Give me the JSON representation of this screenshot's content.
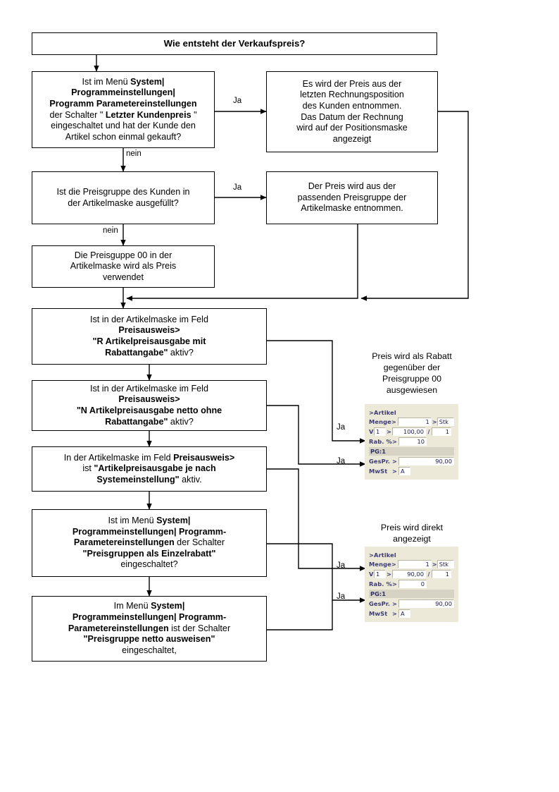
{
  "title": {
    "text": "Wie entsteht der Verkaufspreis?"
  },
  "nodes": {
    "q1": {
      "l1": "Ist im Menü ",
      "l1b": "System|",
      "l2b": "Programmeinstellungen|",
      "l3b": "Programm Parametereinstellungen",
      "l4a": "der Schalter \" ",
      "l4b": "Letzter Kundenpreis",
      "l4c": " \"",
      "l5": "eingeschaltet und hat der Kunde den",
      "l6": "Artikel schon einmal gekauft?"
    },
    "a1": {
      "l1": "Es wird der Preis aus der",
      "l2": "letzten Rechnungsposition",
      "l3": "des Kunden entnommen.",
      "l4": "Das Datum der Rechnung",
      "l5": "wird auf der Positionsmaske",
      "l6": "angezeigt"
    },
    "q2": {
      "l1": "Ist die Preisgruppe des Kunden in",
      "l2": "der Artikelmaske ausgefüllt?"
    },
    "a2": {
      "l1": "Der Preis wird aus der",
      "l2": "passenden Preisgruppe der",
      "l3": "Artikelmaske entnommen."
    },
    "n3": {
      "l1": "Die Preisguppe 00 in der",
      "l2": "Artikelmaske wird als Preis",
      "l3": "verwendet"
    },
    "q4": {
      "l1": "Ist in der Artikelmaske im Feld",
      "l2b": "Preisausweis>",
      "l3b": "\"R Artikelpreisausgabe mit",
      "l4b": "Rabattangabe\"",
      "l4c": " aktiv?"
    },
    "q5": {
      "l1": "Ist in der Artikelmaske im Feld",
      "l2b": "Preisausweis>",
      "l3b": "\"N Artikelpreisausgabe netto ohne",
      "l4b": "Rabattangabe\"",
      "l4c": " aktiv?"
    },
    "q6": {
      "l1a": "In der Artikelmaske im Feld ",
      "l1b": "Preisausweis>",
      "l2a": "ist ",
      "l2b": "\"Artikelpreisausgabe je nach",
      "l3b": "Systemeinstellung\"",
      "l3c": " aktiv."
    },
    "q7": {
      "l1a": "Ist im Menü ",
      "l1b": "System|",
      "l2b": "Programmeinstellungen| Programm-",
      "l3b": "Parametereinstellungen",
      "l3c": " der Schalter",
      "l4b": "\"Preisgruppen als Einzelrabatt\"",
      "l5": "eingeschaltet?"
    },
    "q8": {
      "l1a": "Im Menü ",
      "l1b": "System|",
      "l2b": "Programmeinstellungen| Programm-",
      "l3b": "Parametereinstellungen",
      "l3c": " ist der Schalter",
      "l4b": "\"Preisgruppe netto ausweisen\"",
      "l5": "eingeschaltet,"
    }
  },
  "edge_labels": {
    "nein1": "nein",
    "nein2": "nein",
    "ja1": "Ja",
    "ja2": "Ja",
    "ja3": "Ja",
    "ja4": "Ja",
    "ja5": "Ja",
    "ja6": "Ja"
  },
  "captions": {
    "rabatt": {
      "l1": "Preis wird als Rabatt",
      "l2": "gegenüber der",
      "l3": "Preisgruppe 00",
      "l4": "ausgewiesen"
    },
    "direkt": {
      "l1": "Preis wird direkt",
      "l2": "angezeigt"
    }
  },
  "masks": {
    "rabatt": {
      "header": ">Artikel",
      "menge_label": "Menge",
      "menge_gt": ">",
      "menge_value": "1",
      "einheit_gt": ">",
      "einheit_value": "Stk",
      "v_label": "V",
      "v_value": "1",
      "v_gt": ">",
      "preis_value": "100,00",
      "slash": "/",
      "faktor_value": "1",
      "rab_label": "Rab. %",
      "rab_gt": ">",
      "rab_value": "10",
      "pg": "PG:1",
      "gespr_label": "GesPr.",
      "gespr_gt": ">",
      "gespr_value": "90,00",
      "mwst_label": "MwSt",
      "mwst_gt": ">",
      "mwst_value": "A"
    },
    "direkt": {
      "header": ">Artikel",
      "menge_label": "Menge",
      "menge_gt": ">",
      "menge_value": "1",
      "einheit_gt": ">",
      "einheit_value": "Stk",
      "v_label": "V",
      "v_value": "1",
      "v_gt": ">",
      "preis_value": "90,00",
      "slash": "/",
      "faktor_value": "1",
      "rab_label": "Rab. %",
      "rab_gt": ">",
      "rab_value": "0",
      "pg": "PG:1",
      "gespr_label": "GesPr.",
      "gespr_gt": ">",
      "gespr_value": "90,00",
      "mwst_label": "MwSt",
      "mwst_gt": ">",
      "mwst_value": "A"
    }
  },
  "colors": {
    "line": "#000000",
    "mask_bg": "#ece9d8",
    "mask_text": "#3b3b7a",
    "pg_bar": "#d6d3c4"
  }
}
